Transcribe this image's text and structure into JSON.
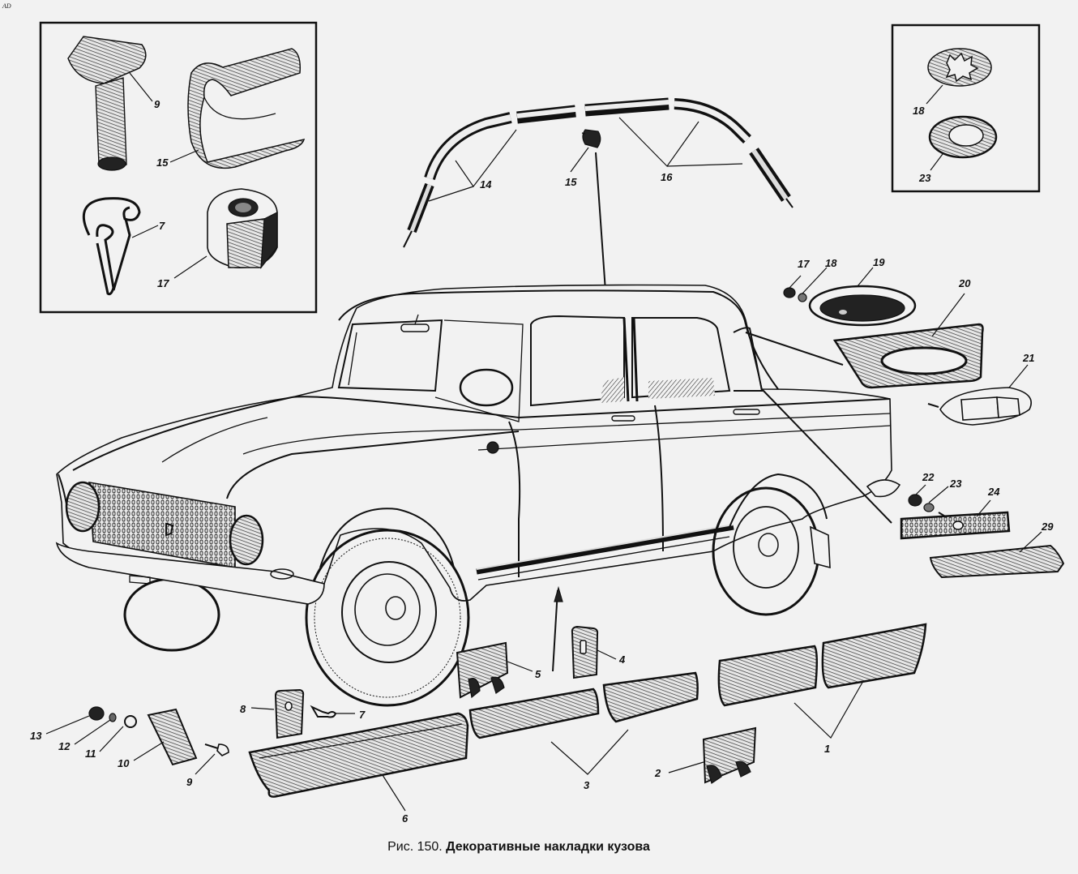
{
  "corner_mark": "AD",
  "caption": {
    "figure_number": "Рис. 150.",
    "title": "Декоративные накладки кузова"
  },
  "inset_left": {
    "labels": {
      "bolt": "9",
      "clip": "15",
      "spring_clip": "7",
      "nut": "17"
    }
  },
  "inset_right": {
    "labels": {
      "lock_washer": "18",
      "flat_washer": "23"
    }
  },
  "roof_moldings": {
    "labels": {
      "front_roof_molding": "14",
      "roof_clip": "15",
      "rear_roof_molding": "16"
    }
  },
  "rear_emblem": {
    "labels": {
      "nut": "17",
      "washer": "18",
      "emblem": "19",
      "emblem_base": "20",
      "lamp": "21"
    }
  },
  "rear_trim": {
    "labels": {
      "nut": "22",
      "washer": "23",
      "trim_plate": "24",
      "fin_molding": "29"
    }
  },
  "sill_parts": {
    "labels": {
      "rear_sill_molding": "1",
      "clip_lower": "2",
      "middle_sill_molding": "3",
      "plate_slot": "4",
      "clip_upper": "5",
      "front_sill_molding": "6",
      "spring_clip": "7",
      "plate_hole": "8",
      "bolt": "9",
      "bracket": "10",
      "flat_washer": "11",
      "spring_washer": "12",
      "nut": "13"
    }
  }
}
